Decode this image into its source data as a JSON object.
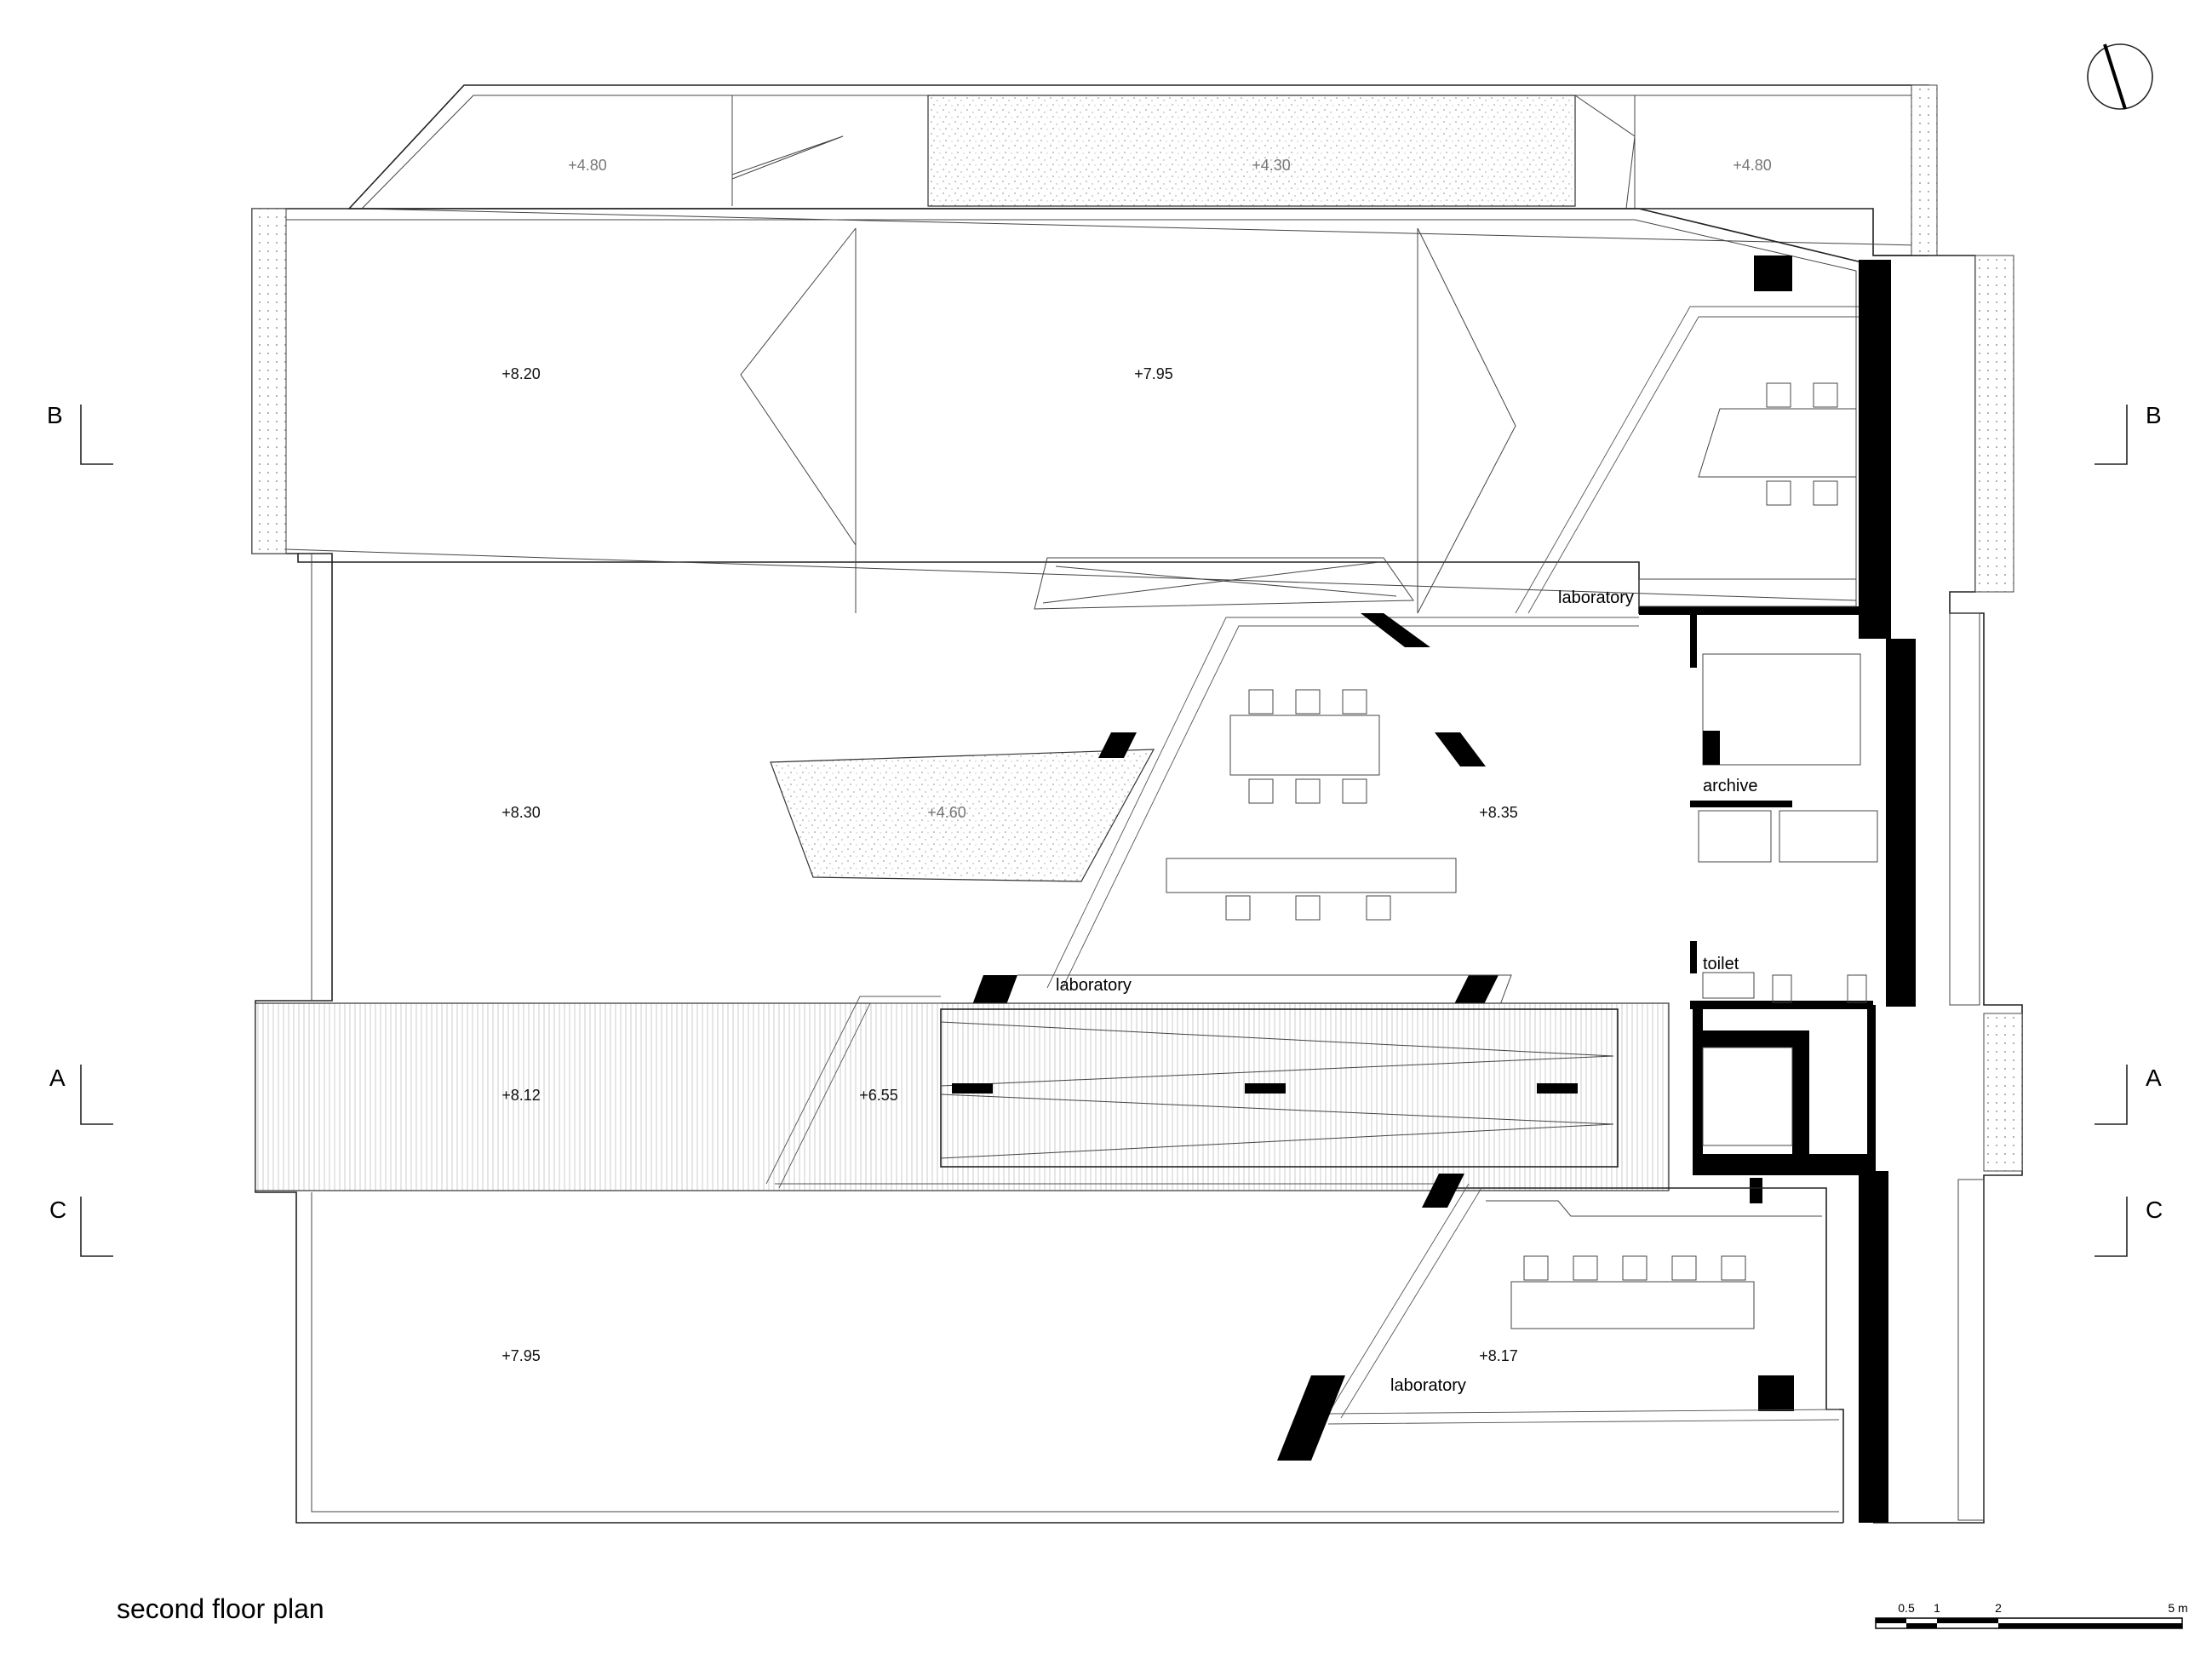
{
  "caption": "second floor plan",
  "levels": {
    "roof_left": "+4.80",
    "roof_mid": "+4.30",
    "roof_right": "+4.80",
    "upper_left": "+8.20",
    "upper_mid": "+7.95",
    "mid_left": "+8.30",
    "void": "+4.60",
    "mid_right": "+8.35",
    "band_left": "+8.12",
    "ramp": "+6.55",
    "lower_left": "+7.95",
    "lower_right": "+8.17"
  },
  "rooms": {
    "lab_top": "laboratory",
    "lab_mid": "laboratory",
    "lab_bottom": "laboratory",
    "archive": "archive",
    "toilet": "toilet"
  },
  "sections": {
    "b": "B",
    "a": "A",
    "c": "C"
  },
  "scale_bar": {
    "labels": [
      "0.5",
      "1",
      "2",
      "5 m"
    ]
  }
}
